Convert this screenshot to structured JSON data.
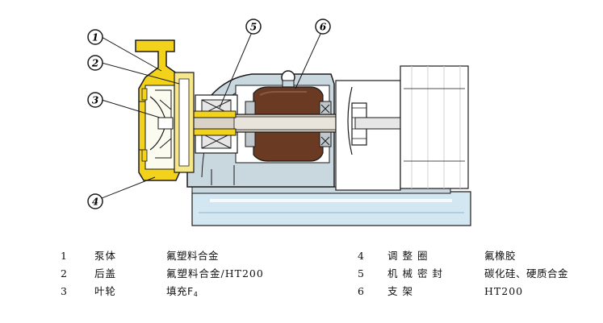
{
  "callouts": [
    "1",
    "2",
    "3",
    "4",
    "5",
    "6"
  ],
  "parts": [
    {
      "num": "1",
      "name": "泵体",
      "material": "氟塑料合金"
    },
    {
      "num": "2",
      "name": "后盖",
      "material": "氟塑料合金/HT200"
    },
    {
      "num": "3",
      "name": "叶轮",
      "material": "填充F",
      "material_sub": "4"
    },
    {
      "num": "4",
      "name": "调 整 圈",
      "material": "氟橡胶"
    },
    {
      "num": "5",
      "name": "机 械 密 封",
      "material": "碳化硅、硬质合金"
    },
    {
      "num": "6",
      "name": "支 架",
      "material": "HT200"
    }
  ],
  "colors": {
    "pump_body": "#f2d21a",
    "rotor": "#6a3a22",
    "frame": "#c9d7de",
    "base": "#d3e7f3",
    "shaft": "#d9d2c6",
    "outline": "#1a1a1a"
  }
}
